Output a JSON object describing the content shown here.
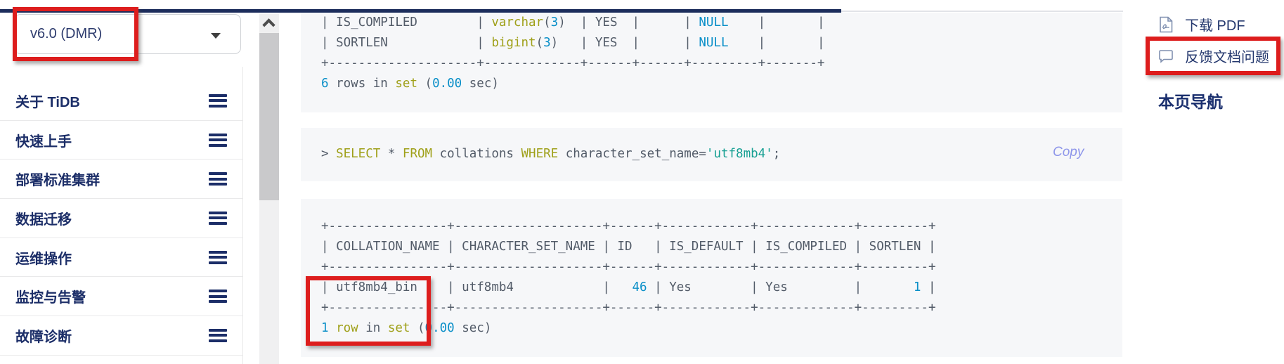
{
  "version_selector": {
    "value": "v6.0 (DMR)"
  },
  "sidebar": {
    "items": [
      {
        "label": "关于 TiDB"
      },
      {
        "label": "快速上手"
      },
      {
        "label": "部署标准集群"
      },
      {
        "label": "数据迁移"
      },
      {
        "label": "运维操作"
      },
      {
        "label": "监控与告警"
      },
      {
        "label": "故障诊断"
      }
    ]
  },
  "code": {
    "block1": {
      "lines": [
        [
          [
            "| IS_COMPILED        | ",
            "p"
          ],
          [
            "varchar",
            "k"
          ],
          [
            "(",
            "p"
          ],
          [
            "3",
            "n"
          ],
          [
            ")  | YES  |      | ",
            "p"
          ],
          [
            "NULL",
            "n"
          ],
          [
            "    |       |",
            "p"
          ]
        ],
        [
          [
            "| SORTLEN            | ",
            "p"
          ],
          [
            "bigint",
            "k"
          ],
          [
            "(",
            "p"
          ],
          [
            "3",
            "n"
          ],
          [
            ")   | YES  |      | ",
            "p"
          ],
          [
            "NULL",
            "n"
          ],
          [
            "    |       |",
            "p"
          ]
        ],
        [
          [
            "+--------------------+-------------+------+------+---------+-------+",
            "p"
          ]
        ],
        [
          [
            "6",
            "n"
          ],
          [
            " rows in ",
            "p"
          ],
          [
            "set",
            "k"
          ],
          [
            " (",
            "p"
          ],
          [
            "0.00",
            "n"
          ],
          [
            " sec)",
            "p"
          ]
        ]
      ]
    },
    "query": {
      "lines": [
        [
          [
            "> ",
            "p"
          ],
          [
            "SELECT",
            "k"
          ],
          [
            " * ",
            "p"
          ],
          [
            "FROM",
            "k"
          ],
          [
            " collations ",
            "p"
          ],
          [
            "WHERE",
            "k"
          ],
          [
            " character_set_name=",
            "p"
          ],
          [
            "'utf8mb4'",
            "s"
          ],
          [
            ";",
            "p"
          ]
        ]
      ],
      "copy_label": "Copy"
    },
    "block3": {
      "lines": [
        [
          [
            "+----------------+--------------------+------+------------+-------------+---------+",
            "p"
          ]
        ],
        [
          [
            "| COLLATION_NAME | CHARACTER_SET_NAME | ID   | IS_DEFAULT | IS_COMPILED | SORTLEN |",
            "p"
          ]
        ],
        [
          [
            "+----------------+--------------------+------+------------+-------------+---------+",
            "p"
          ]
        ],
        [
          [
            "| utf8mb4_bin    | utf8mb4            |   ",
            "p"
          ],
          [
            "46",
            "n"
          ],
          [
            " | Yes        | Yes         |       ",
            "p"
          ],
          [
            "1",
            "n"
          ],
          [
            " |",
            "p"
          ]
        ],
        [
          [
            "+----------------+--------------------+------+------------+-------------+---------+",
            "p"
          ]
        ],
        [
          [
            "1",
            "n"
          ],
          [
            " ",
            "p"
          ],
          [
            "row",
            "k"
          ],
          [
            " in ",
            "p"
          ],
          [
            "set",
            "k"
          ],
          [
            " (",
            "p"
          ],
          [
            "0.00",
            "n"
          ],
          [
            " sec)",
            "p"
          ]
        ]
      ]
    }
  },
  "right_panel": {
    "download_pdf_label": "下载 PDF",
    "feedback_label": "反馈文档问题",
    "page_nav_heading": "本页导航"
  },
  "colors": {
    "accent_navy": "#1c2d5c",
    "annotation_red": "#dd1d1d",
    "keyword_olive": "#9fa019",
    "literal_blue": "#0a8fc8",
    "string_teal": "#17a093",
    "copy_purple": "#8d95ea"
  }
}
